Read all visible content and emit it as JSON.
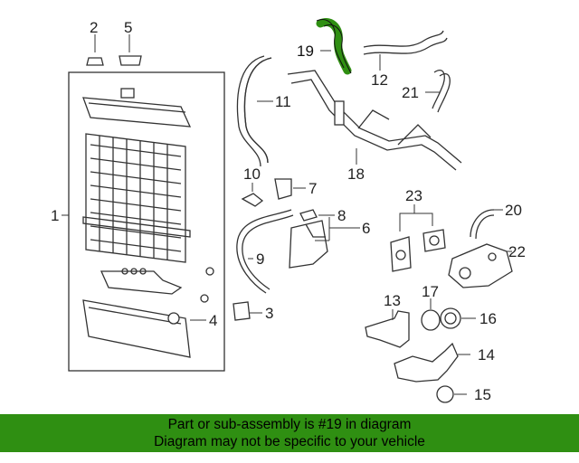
{
  "diagram": {
    "callouts": [
      "1",
      "2",
      "3",
      "4",
      "5",
      "6",
      "7",
      "8",
      "9",
      "10",
      "11",
      "12",
      "13",
      "14",
      "15",
      "16",
      "17",
      "18",
      "19",
      "20",
      "21",
      "22",
      "23"
    ],
    "highlighted_part": "19",
    "highlight_color": "#2f8f12"
  },
  "banner": {
    "line1": "Part or sub-assembly is #19 in diagram",
    "line2": "Diagram may not be specific to your vehicle",
    "background": "#2f8f12"
  }
}
